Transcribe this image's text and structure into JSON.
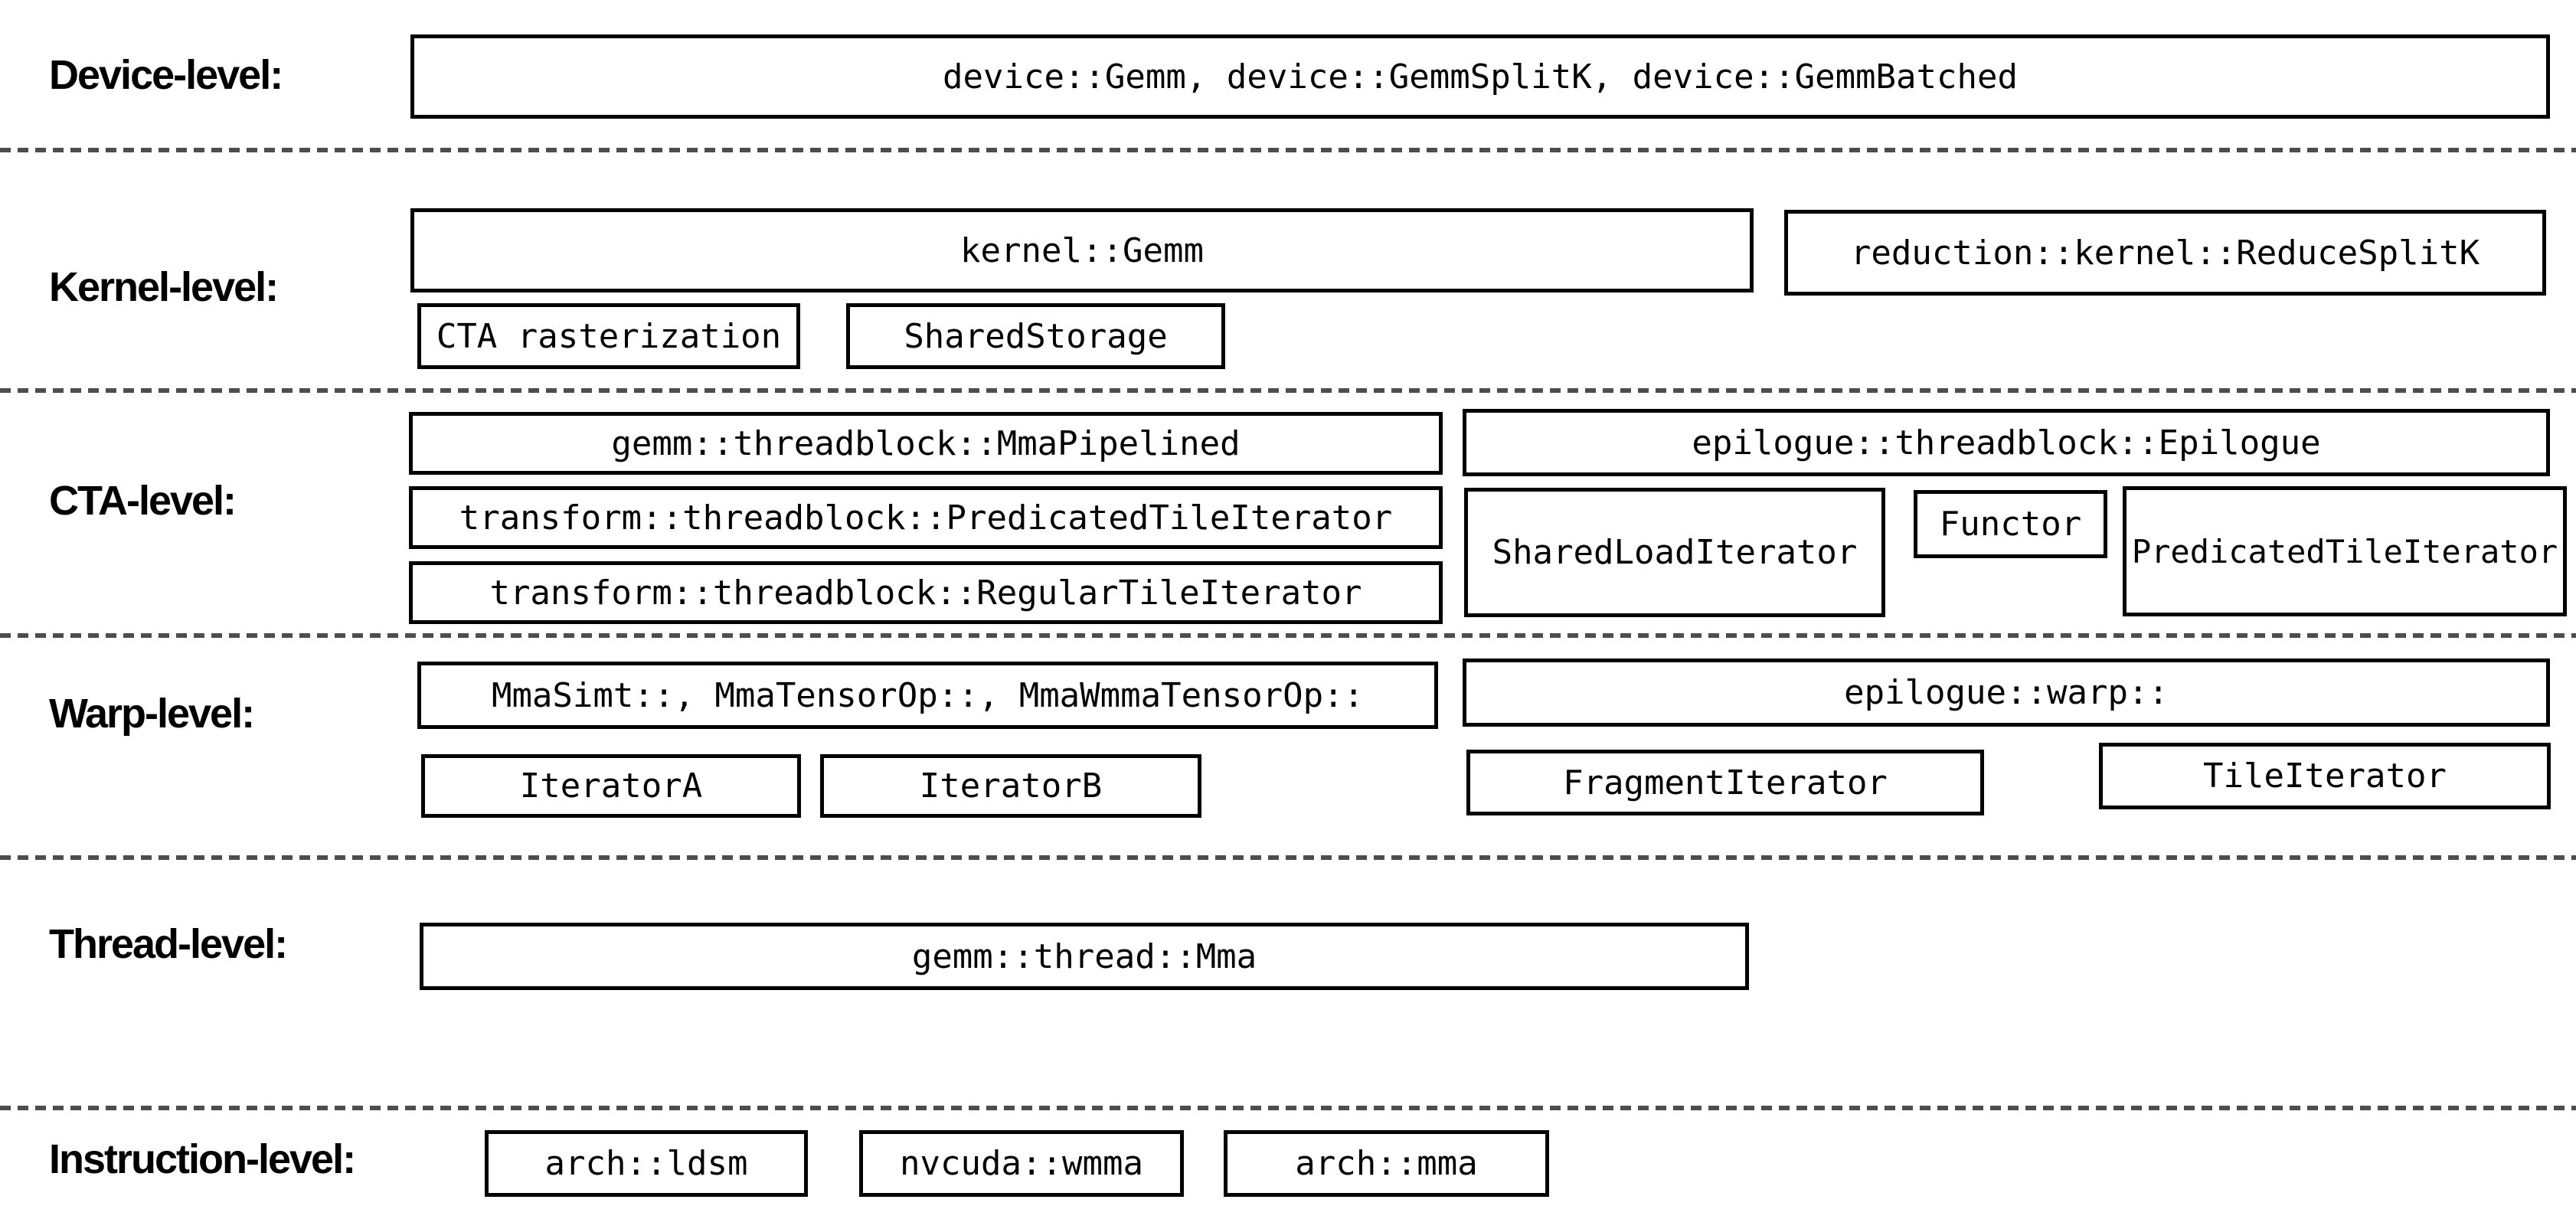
{
  "levels": {
    "device": {
      "label": "Device-level:",
      "apis": "device::Gemm, device::GemmSplitK, device::GemmBatched"
    },
    "kernel": {
      "label": "Kernel-level:",
      "gemm": "kernel::Gemm",
      "reduce_splitk": "reduction::kernel::ReduceSplitK",
      "cta_rasterization": "CTA rasterization",
      "shared_storage": "SharedStorage"
    },
    "cta": {
      "label": "CTA-level:",
      "mma_pipelined": "gemm::threadblock::MmaPipelined",
      "predicated_tile_iterator": "transform::threadblock::PredicatedTileIterator",
      "regular_tile_iterator": "transform::threadblock::RegularTileIterator",
      "epilogue": "epilogue::threadblock::Epilogue",
      "shared_load_iterator": "SharedLoadIterator",
      "functor": "Functor",
      "epilogue_predicated_tile_iterator": "PredicatedTileIterator"
    },
    "warp": {
      "label": "Warp-level:",
      "mma_ops": "MmaSimt::, MmaTensorOp::, MmaWmmaTensorOp::",
      "iterator_a": "IteratorA",
      "iterator_b": "IteratorB",
      "epilogue": "epilogue::warp::",
      "fragment_iterator": "FragmentIterator",
      "tile_iterator": "TileIterator"
    },
    "thread": {
      "label": "Thread-level:",
      "mma": "gemm::thread::Mma"
    },
    "instruction": {
      "label": "Instruction-level:",
      "arch_ldsm": "arch::ldsm",
      "nvcuda_wmma": "nvcuda::wmma",
      "arch_mma": "arch::mma"
    }
  },
  "colors": {
    "background": "#ffffff",
    "box_border": "#000000",
    "text": "#000000",
    "separator": "#4d4d4d"
  }
}
